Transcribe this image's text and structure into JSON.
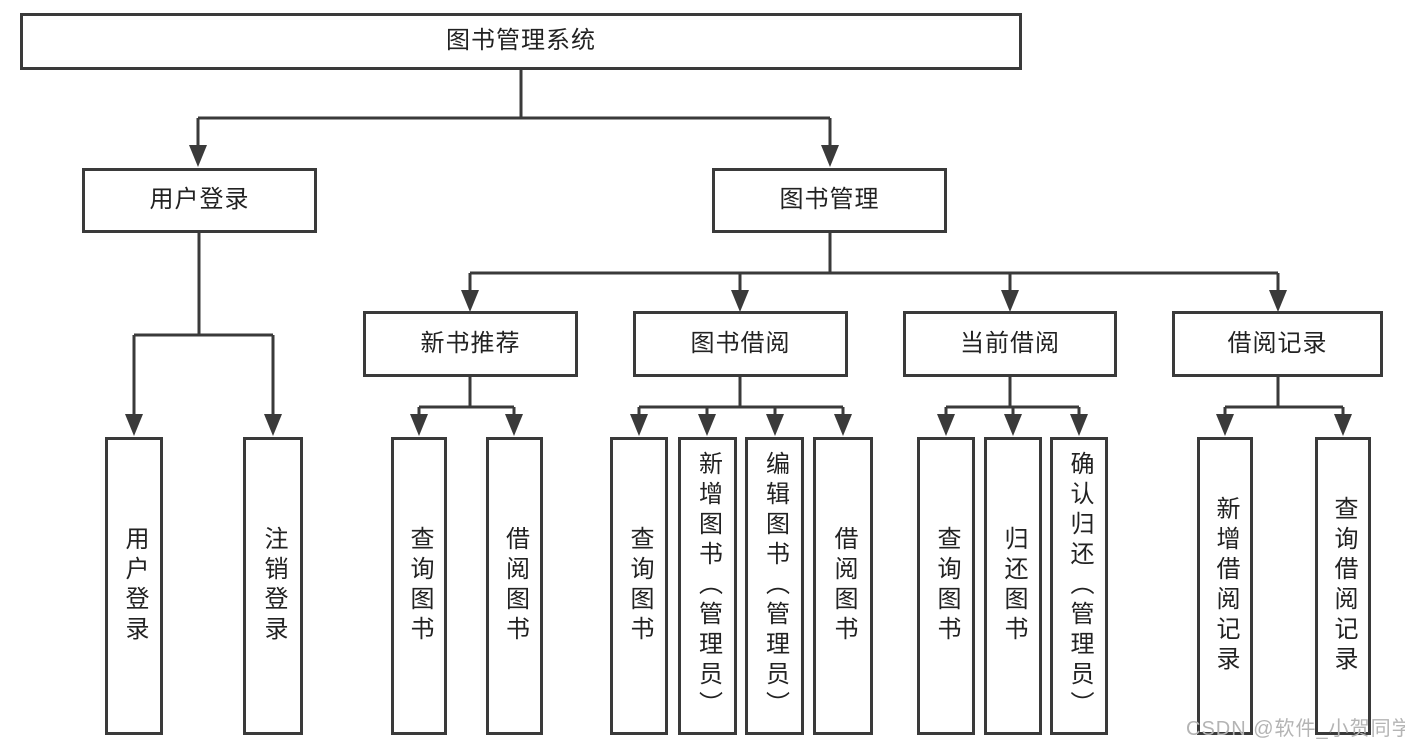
{
  "diagram": {
    "root": {
      "label": "图书管理系统"
    },
    "level2": [
      {
        "label": "用户登录"
      },
      {
        "label": "图书管理"
      }
    ],
    "level3": [
      {
        "label": "新书推荐"
      },
      {
        "label": "图书借阅"
      },
      {
        "label": "当前借阅"
      },
      {
        "label": "借阅记录"
      }
    ],
    "leaves": {
      "user_login": [
        "用户登录",
        "注销登录"
      ],
      "new_books": [
        "查询图书",
        "借阅图书"
      ],
      "book_borrow": [
        "查询图书",
        "新增图书（管理员）",
        "编辑图书（管理员）",
        "借阅图书"
      ],
      "current_borrow": [
        "查询图书",
        "归还图书",
        "确认归还（管理员）"
      ],
      "borrow_records": [
        "新增借阅记录",
        "查询借阅记录"
      ]
    },
    "colors": {
      "line": "#3a3a3a",
      "text": "#222222",
      "watermark_text": "#b4b4b4"
    }
  },
  "watermark": {
    "text": "CSDN @软件_小贺同学"
  }
}
